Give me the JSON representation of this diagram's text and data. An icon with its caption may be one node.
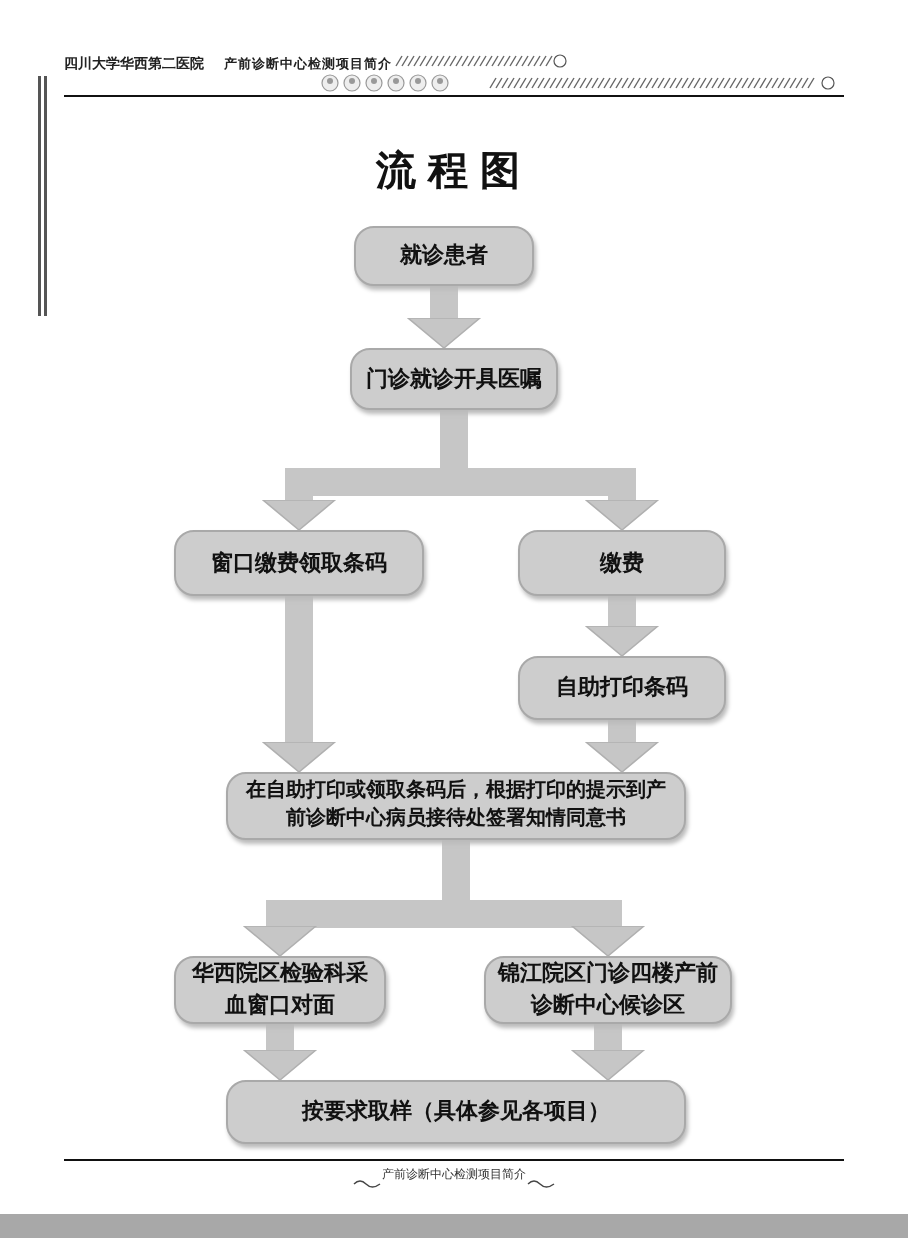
{
  "diagram": {
    "title": "流程图",
    "nodes": [
      {
        "text": [
          "就诊患者"
        ]
      },
      {
        "text": [
          "门诊就诊开具医嘱"
        ]
      },
      {
        "text": [
          "窗口缴费领取条码"
        ]
      },
      {
        "text": [
          "缴费"
        ]
      },
      {
        "text": [
          "自助打印条码"
        ]
      },
      {
        "text": [
          "在自助打印或领取条码后，根据打印的提示到产前诊断中心病员接待处签署知情同意书"
        ]
      },
      {
        "text": [
          "华西院区检验科采血窗口对面"
        ]
      },
      {
        "text": [
          "锦江院区门诊四楼产前诊断中心候诊区"
        ]
      },
      {
        "text": [
          "按要求取样（具体参见各项目）"
        ]
      }
    ],
    "edges": [
      {
        "from": 0,
        "to": 1,
        "arrow": "to"
      },
      {
        "from": 1,
        "to": 2,
        "arrow": "to"
      },
      {
        "from": 1,
        "to": 3,
        "arrow": "to"
      },
      {
        "from": 2,
        "to": 5,
        "arrow": "to"
      },
      {
        "from": 3,
        "to": 4,
        "arrow": "to"
      },
      {
        "from": 4,
        "to": 5,
        "arrow": "to"
      },
      {
        "from": 5,
        "to": 6,
        "arrow": "to"
      },
      {
        "from": 5,
        "to": 7,
        "arrow": "to"
      },
      {
        "from": 6,
        "to": 8,
        "arrow": "to"
      },
      {
        "from": 7,
        "to": 8,
        "arrow": "to"
      }
    ],
    "labels": [
      "四川大学华西第二医院",
      "产前诊断中心检测项目简介",
      "产前诊断中心检测项目简介"
    ]
  }
}
